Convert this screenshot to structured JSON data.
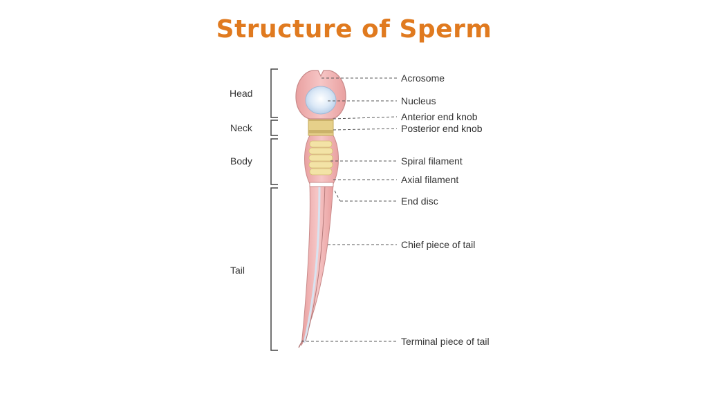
{
  "title": "Structure of Sperm",
  "regions": {
    "head": "Head",
    "neck": "Neck",
    "body": "Body",
    "tail": "Tail"
  },
  "labels": {
    "acrosome": "Acrosome",
    "nucleus": "Nucleus",
    "anterior_end_knob": "Anterior end knob",
    "posterior_end_knob": "Posterior end knob",
    "spiral_filament": "Spiral filament",
    "axial_filament": "Axial filament",
    "end_disc": "End disc",
    "chief_piece": "Chief piece of tail",
    "terminal_piece": "Terminal piece of tail"
  },
  "colors": {
    "title": "#e07a1f",
    "sperm_body": "#f3b3b3",
    "sperm_outline": "#c88a8a",
    "nucleus": "#dce9f7",
    "neck_band": "#e6d08a",
    "spiral": "#f3e3a6"
  }
}
